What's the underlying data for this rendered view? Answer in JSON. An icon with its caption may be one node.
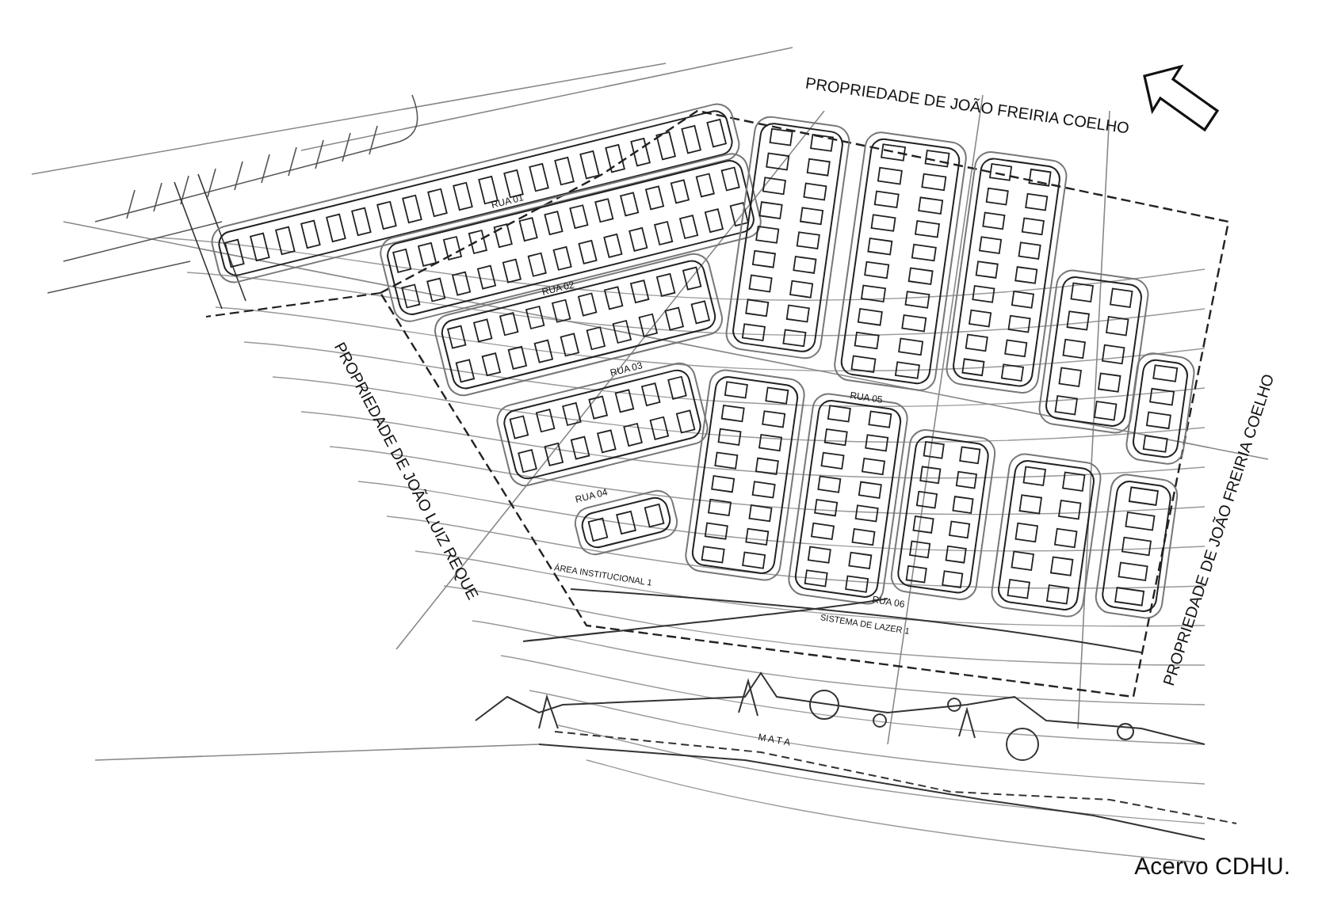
{
  "diagram": {
    "caption": "Acervo CDHU.",
    "labels": [
      "PROPRIEDADE DE JOÃO FREIRIA COELHO",
      "PROPRIEDADE DE JOÃO LUIZ REQUE",
      "PROPRIEDADE DE JOÃO FREIRIA COELHO",
      "RUA 01",
      "RUA 02",
      "RUA 03",
      "RUA 04",
      "RUA 05",
      "RUA 06",
      "ÁREA INSTITUCIONAL 1",
      "SISTEMA DE LAZER 1",
      "M A T A"
    ]
  }
}
